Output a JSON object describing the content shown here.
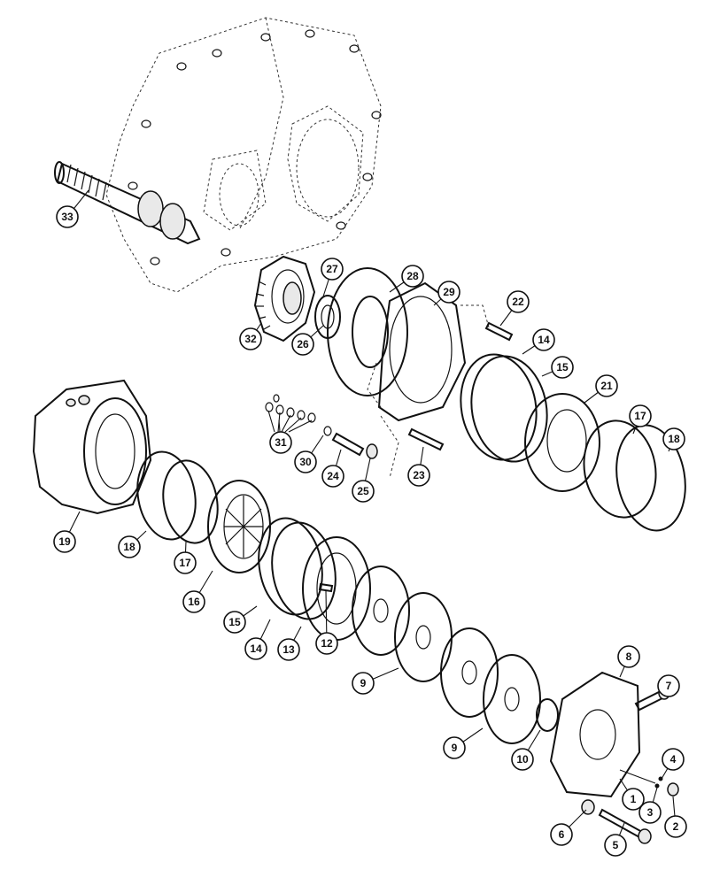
{
  "callouts": [
    {
      "id": "c1",
      "label": "1"
    },
    {
      "id": "c2",
      "label": "2"
    },
    {
      "id": "c3",
      "label": "3"
    },
    {
      "id": "c4",
      "label": "4"
    },
    {
      "id": "c5",
      "label": "5"
    },
    {
      "id": "c6",
      "label": "6"
    },
    {
      "id": "c7",
      "label": "7"
    },
    {
      "id": "c8",
      "label": "8"
    },
    {
      "id": "c9a",
      "label": "9"
    },
    {
      "id": "c9b",
      "label": "9"
    },
    {
      "id": "c10",
      "label": "10"
    },
    {
      "id": "c12",
      "label": "12"
    },
    {
      "id": "c13",
      "label": "13"
    },
    {
      "id": "c14a",
      "label": "14"
    },
    {
      "id": "c14b",
      "label": "14"
    },
    {
      "id": "c15a",
      "label": "15"
    },
    {
      "id": "c15b",
      "label": "15"
    },
    {
      "id": "c16",
      "label": "16"
    },
    {
      "id": "c17a",
      "label": "17"
    },
    {
      "id": "c17b",
      "label": "17"
    },
    {
      "id": "c18a",
      "label": "18"
    },
    {
      "id": "c18b",
      "label": "18"
    },
    {
      "id": "c19",
      "label": "19"
    },
    {
      "id": "c21",
      "label": "21"
    },
    {
      "id": "c22",
      "label": "22"
    },
    {
      "id": "c23",
      "label": "23"
    },
    {
      "id": "c24",
      "label": "24"
    },
    {
      "id": "c25",
      "label": "25"
    },
    {
      "id": "c26",
      "label": "26"
    },
    {
      "id": "c27",
      "label": "27"
    },
    {
      "id": "c28",
      "label": "28"
    },
    {
      "id": "c29",
      "label": "29"
    },
    {
      "id": "c30",
      "label": "30"
    },
    {
      "id": "c31",
      "label": "31"
    },
    {
      "id": "c32",
      "label": "32"
    },
    {
      "id": "c33",
      "label": "33"
    }
  ]
}
